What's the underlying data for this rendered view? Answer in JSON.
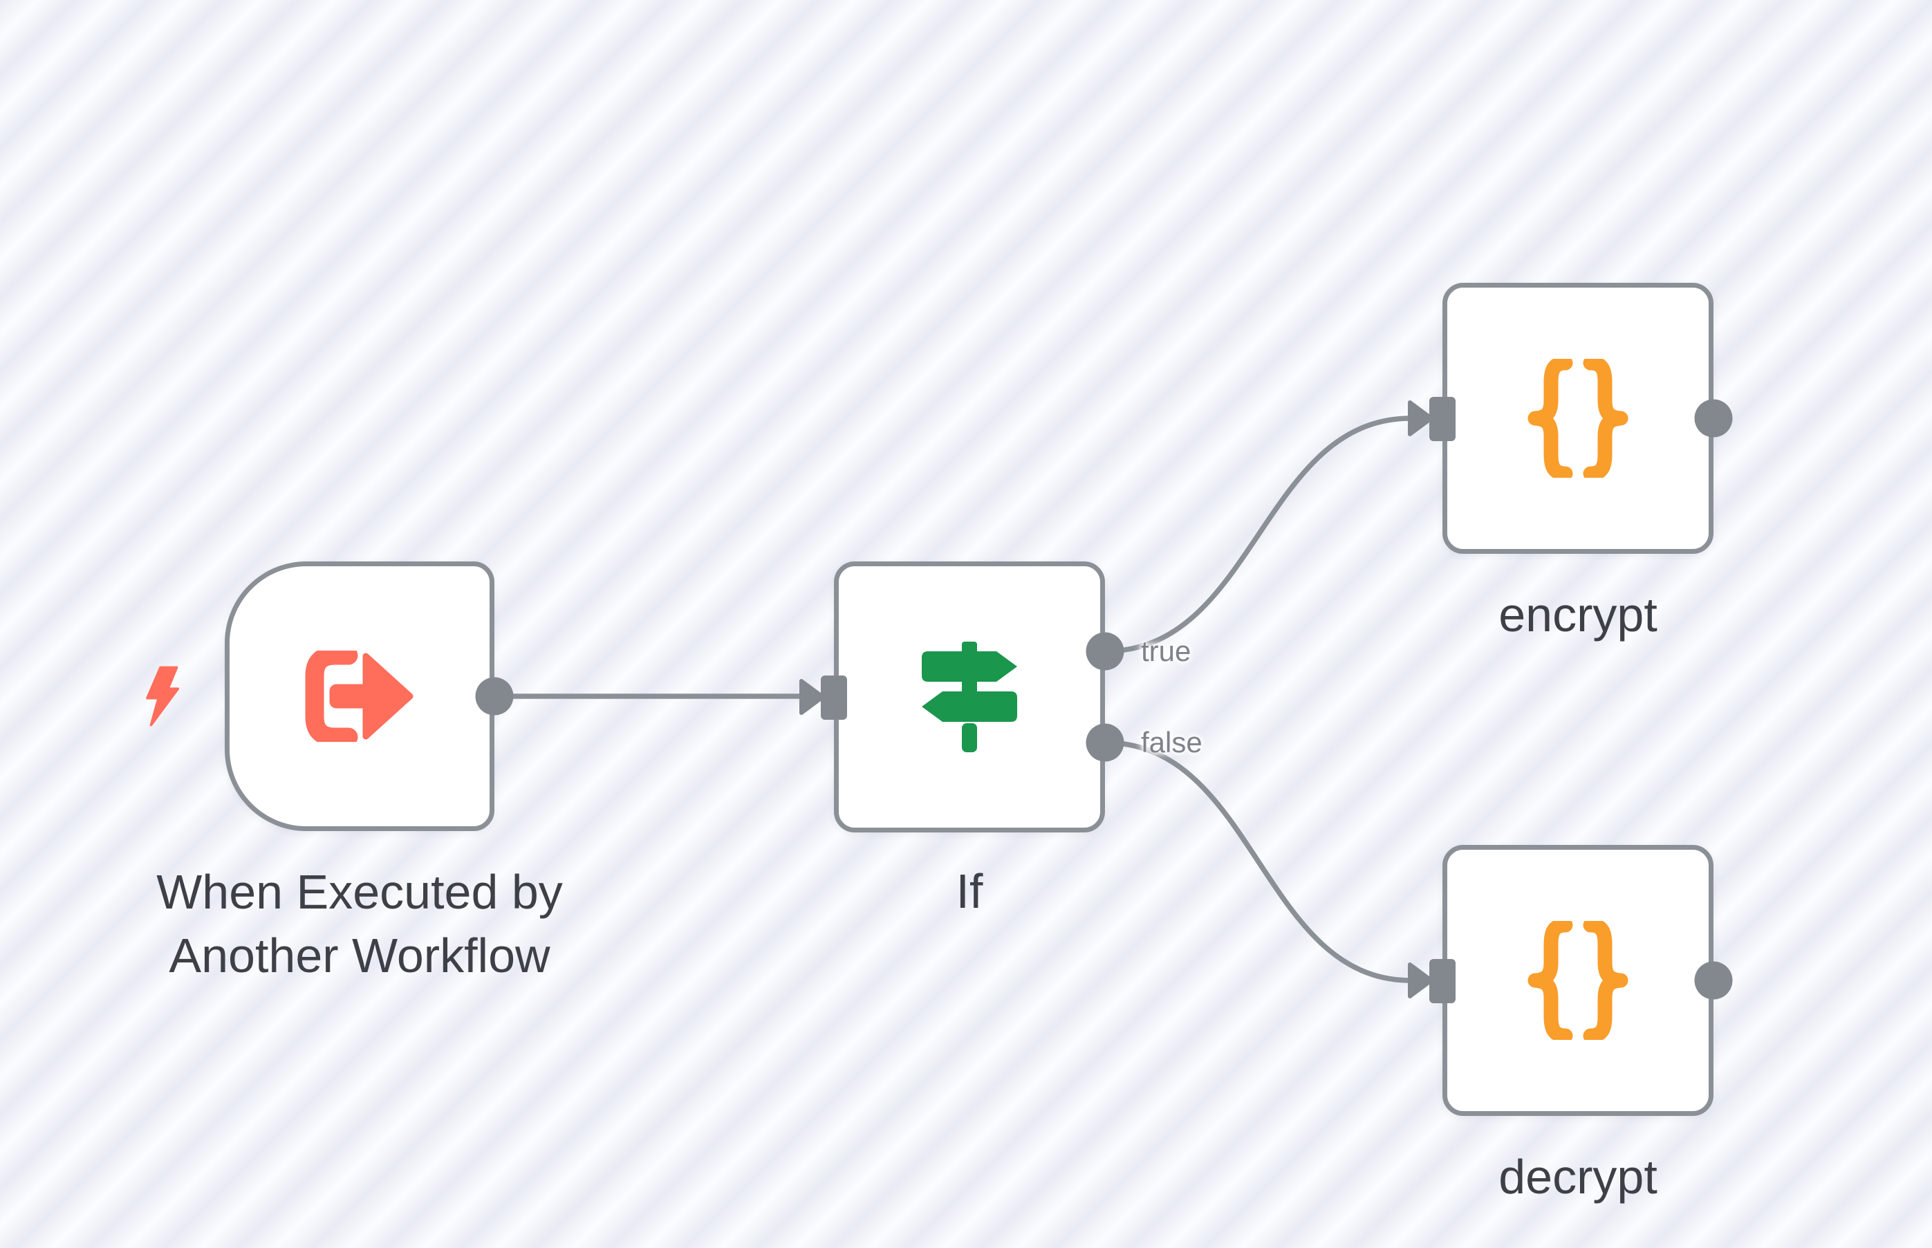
{
  "canvas": {
    "type": "workflow-editor-canvas",
    "background_stripe_dark": "#e9ebf4",
    "background_stripe_light": "#fbfcfe"
  },
  "colors": {
    "node_border_gray": "#8b9097",
    "connector_gray": "#83888f",
    "node_background": "#ffffff",
    "trigger_coral": "#ff6d5b",
    "if_green": "#1a964d",
    "braces_orange": "#f99d2b",
    "node_label_text": "#3d4147",
    "port_label_text": "#7d828b"
  },
  "nodes": {
    "trigger": {
      "label_line1": "When Executed by",
      "label_line2": "Another Workflow",
      "icon": "sign-out-arrow-icon",
      "has_lightning_bolt_badge": true
    },
    "if": {
      "label": "If",
      "icon": "signpost-icon",
      "outputs": [
        "true",
        "false"
      ]
    },
    "encrypt": {
      "label": "encrypt",
      "icon": "curly-braces-icon"
    },
    "decrypt": {
      "label": "decrypt",
      "icon": "curly-braces-icon"
    }
  },
  "ports": {
    "true_label": "true",
    "false_label": "false"
  },
  "connections": [
    {
      "from": "trigger",
      "from_port": "main",
      "to": "if"
    },
    {
      "from": "if",
      "from_port": "true",
      "to": "encrypt"
    },
    {
      "from": "if",
      "from_port": "false",
      "to": "decrypt"
    }
  ]
}
